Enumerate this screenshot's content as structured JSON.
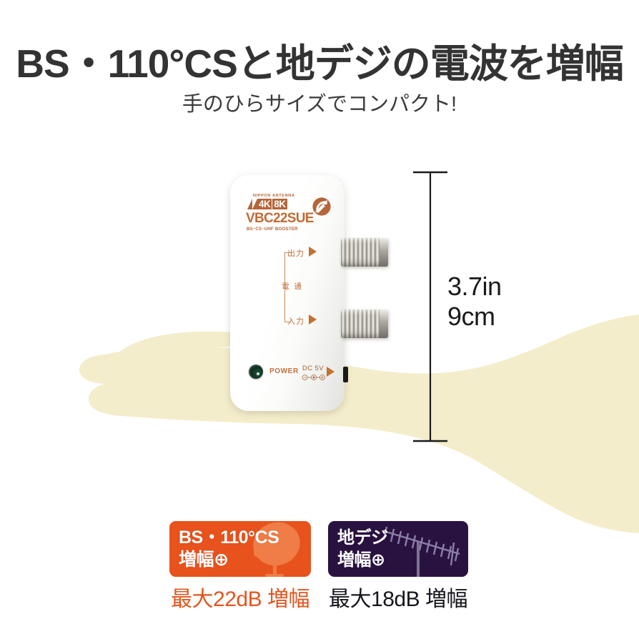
{
  "headline": "BS・110°CSと地デジの電波を増幅",
  "subheadline": "手のひらサイズでコンパクト!",
  "device": {
    "brand": "NIPPON ANTENNA",
    "logo_4k": "4K",
    "logo_8k": "8K",
    "model": "VBC22SUE",
    "model_subtitle": "BS･CS･UHF BOOSTER",
    "label_output": "出力",
    "label_passthrough": "電 通",
    "label_input": "入力",
    "label_power": "POWER",
    "label_dc": "DC 5V",
    "dish_badge_icon": "satellite-dish-icon"
  },
  "dimension": {
    "inches": "3.7in",
    "centimeters": "9cm"
  },
  "badges": [
    {
      "id": "bs-cs",
      "line1": "BS・110°CS",
      "line2": "増幅⊕",
      "caption": "最大22dB 増幅",
      "box_color": "#e8521c",
      "caption_color": "#e2561e",
      "art": "satellite-dish-icon"
    },
    {
      "id": "chideji",
      "line1": "地デジ",
      "line2": "増幅⊕",
      "caption": "最大18dB 増幅",
      "box_color": "#2a1240",
      "caption_color": "#16161e",
      "art": "yagi-antenna-icon"
    }
  ],
  "colors": {
    "background": "#ffffff",
    "hand_silhouette": "#f4edcb",
    "device_accent": "#c0703a",
    "headline": "#333333"
  }
}
